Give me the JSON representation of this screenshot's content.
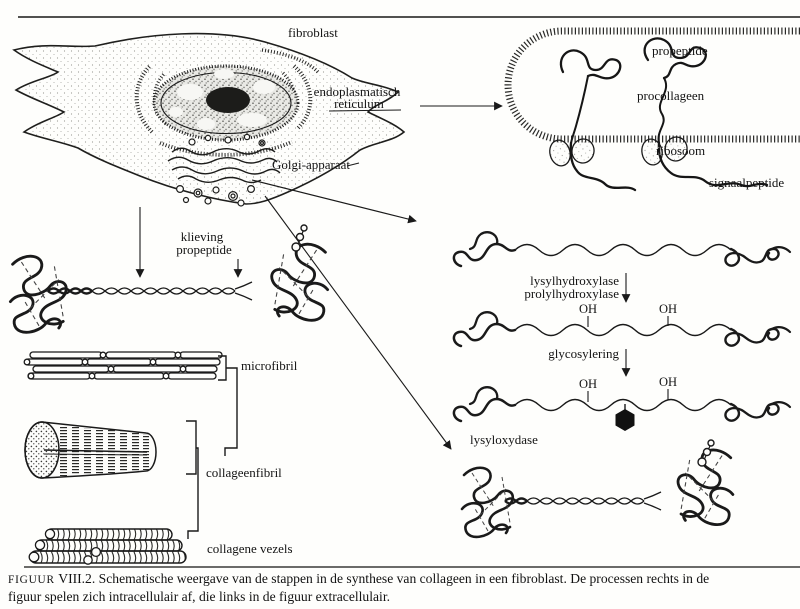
{
  "figure": {
    "colors": {
      "ink": "#1a1a1a",
      "paper": "#fefefc"
    },
    "labels": {
      "fibroblast": "fibroblast",
      "endoplasmatisch": "endoplasmatisch",
      "reticulum": "reticulum",
      "golgi": "Golgi-apparaat",
      "propeptide": "propeptide",
      "procollageen": "procollageen",
      "ribosoom": "ribosoom",
      "signaalpeptide": "signaalpeptide",
      "klieving_line1": "klieving",
      "klieving_line2": "propeptide",
      "microfibril": "microfibril",
      "collageenfibril": "collageenfibril",
      "collagene_vezels": "collagene vezels",
      "lysylhydroxylase": "lysylhydroxylase",
      "prolylhydroxylase": "prolylhydroxylase",
      "glycosylering": "glycosylering",
      "lysyloxydase": "lysyloxydase",
      "oh1": "OH",
      "oh2": "OH",
      "oh3": "OH",
      "oh4": "OH"
    },
    "caption": {
      "label": "FIGUUR",
      "number": "VIII.2.",
      "line1": "Schematische weergave van de stappen in de synthese van collageen in een fibroblast. De processen rechts in de",
      "line2": "figuur spelen zich intracellulair af, die links in de figuur extracellulair."
    }
  }
}
